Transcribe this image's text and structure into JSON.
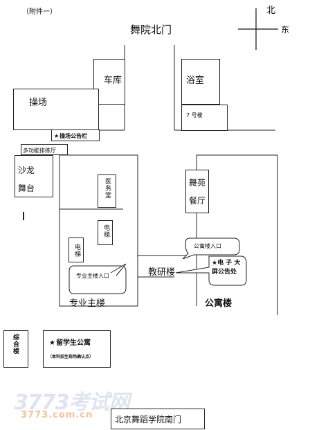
{
  "attachment_label": "（附件一）",
  "north_gate": "舞院北门",
  "compass": {
    "north": "北",
    "east": "东"
  },
  "garage": "车库",
  "bathroom": "浴室",
  "building7": "7 号楼",
  "playground": "操场",
  "playground_notice": "操场公告栏",
  "multimedia_hall": "多功能排练厅",
  "salon_stage": "沙龙舞台",
  "medical_room": "医务室",
  "elevator": "电梯",
  "dining_hall": "舞苑餐厅",
  "apartment_entrance": "公寓楼入口",
  "teaching_building": "教研楼",
  "screen_notice": "电 子 大 屏公告处",
  "main_entrance": "专业主楼入口",
  "main_building": "专业主楼",
  "apartment_building": "公寓楼",
  "complex_building": "综合楼",
  "intl_apartment": "留学生公寓",
  "confirm_point": "（本科招生现场确认点）",
  "south_gate": "北京舞蹈学院南门",
  "watermark": {
    "main": "3773考试网",
    "url": "3773.com.cn"
  }
}
